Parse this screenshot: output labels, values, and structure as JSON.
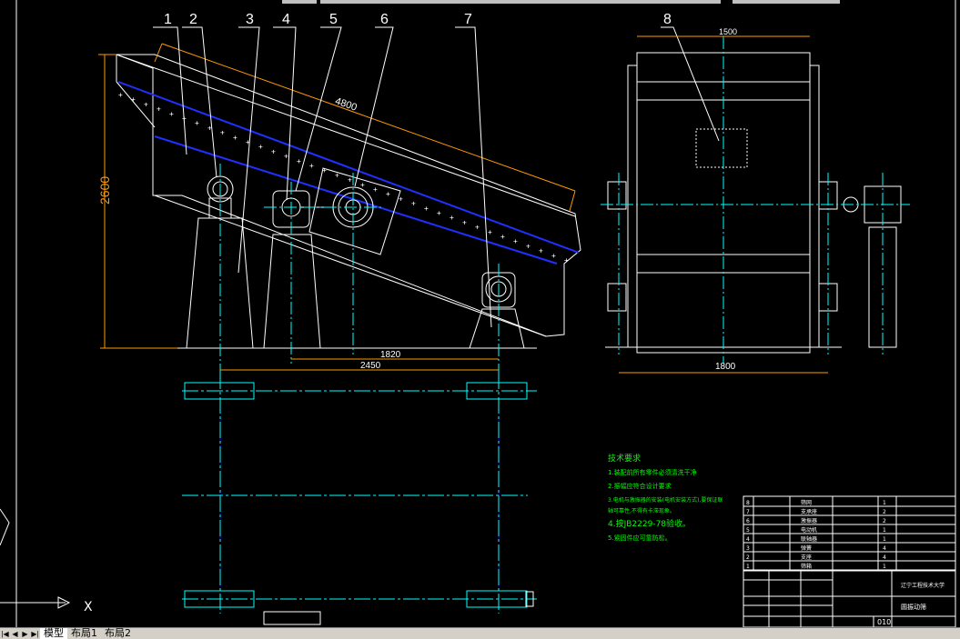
{
  "drawing": {
    "part_numbers": [
      "1",
      "2",
      "3",
      "4",
      "5",
      "6",
      "7",
      "8"
    ],
    "dimensions": {
      "screen_length": "4800",
      "height": "2600",
      "base_span_1": "1820",
      "base_span_2": "2450",
      "top_width": "1500",
      "overall_width": "1800"
    },
    "tech_req": {
      "title": "技术要求",
      "lines": [
        "1.装配前所有零件必须清洗干净",
        "2.振幅应符合设计要求",
        "3.电机与激振器的安装(电机安装方式),要保证联",
        "轴可靠性,不得有卡滞现象。",
        "4.按JB2229-78验收。",
        "5.紧固件应可靠防松。"
      ]
    },
    "title_block": {
      "parts": [
        {
          "no": "8",
          "name": "筛网",
          "qty": "1"
        },
        {
          "no": "7",
          "name": "支承座",
          "qty": "2"
        },
        {
          "no": "6",
          "name": "激振器",
          "qty": "2"
        },
        {
          "no": "5",
          "name": "电动机",
          "qty": "1"
        },
        {
          "no": "4",
          "name": "联轴器",
          "qty": "1"
        },
        {
          "no": "3",
          "name": "弹簧",
          "qty": "4"
        },
        {
          "no": "2",
          "name": "支座",
          "qty": "4"
        },
        {
          "no": "1",
          "name": "筛箱",
          "qty": "1"
        }
      ],
      "school": "辽宁工程技术大学",
      "drawing_name": "圆振动筛",
      "drawing_no": "010"
    },
    "axis_label": "X"
  },
  "tabs": {
    "model": "模型",
    "layout1": "布局1",
    "layout2": "布局2"
  },
  "colors": {
    "background": "#000000",
    "frame": "#ffffff",
    "dimension": "#ff9900",
    "centerline": "#00ffff",
    "screen_deck": "#0000ff",
    "text_green": "#00ff00"
  }
}
